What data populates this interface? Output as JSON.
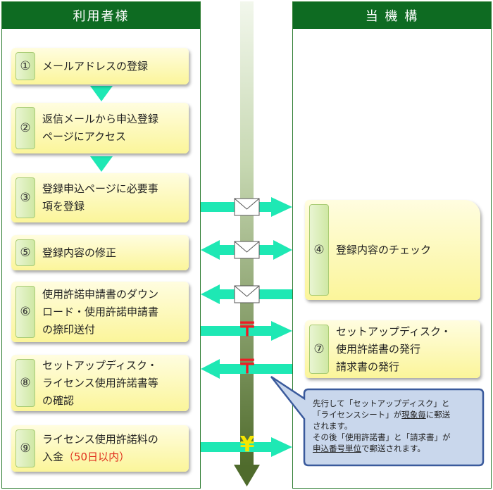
{
  "lanes": {
    "user": "利用者様",
    "org": "当 機 構"
  },
  "steps": {
    "s1": {
      "num": "①",
      "line1": "メールアドレスの登録"
    },
    "s2": {
      "num": "②",
      "line1": "返信メールから申込登録",
      "line2": "ページにアクセス"
    },
    "s3": {
      "num": "③",
      "line1": "登録申込ページに必要事",
      "line2": "項を登録"
    },
    "s4": {
      "num": "④",
      "line1": "登録内容のチェック"
    },
    "s5": {
      "num": "⑤",
      "line1": "登録内容の修正"
    },
    "s6": {
      "num": "⑥",
      "line1": "使用許諾申請書のダウン",
      "line2": "ロード・使用許諾申請書",
      "line3": "の捺印送付"
    },
    "s7": {
      "num": "⑦",
      "line1": "セットアップディスク・",
      "line2": "使用許諾書の発行",
      "line3": "請求書の発行"
    },
    "s8": {
      "num": "⑧",
      "line1": "セットアップディスク・",
      "line2": "ライセンス使用許諾書等",
      "line3": "の確認"
    },
    "s9": {
      "num": "⑨",
      "line1": "ライセンス使用許諾料の",
      "line2a": "入金",
      "line2b": "（50日以内）"
    }
  },
  "symbols": {
    "post": "〒",
    "yen": "¥"
  },
  "callout": {
    "p1": "先行して「セットアップディスク」と",
    "p2": "「ライセンスシート」が",
    "p3u": "現象毎",
    "p4": "に郵送",
    "p5": "されます。",
    "p6": "その後「使用許諾書」と「請求書」が",
    "p7u": "申込番号単位",
    "p8": "で郵送されます。"
  },
  "colors": {
    "header": "#0e6b22",
    "arrow": "#1ee8b4",
    "step_fill": "#fbf59a",
    "callout_fill": "#c9d7ec",
    "callout_border": "#3a5a9c",
    "note_red": "#e0301e"
  }
}
